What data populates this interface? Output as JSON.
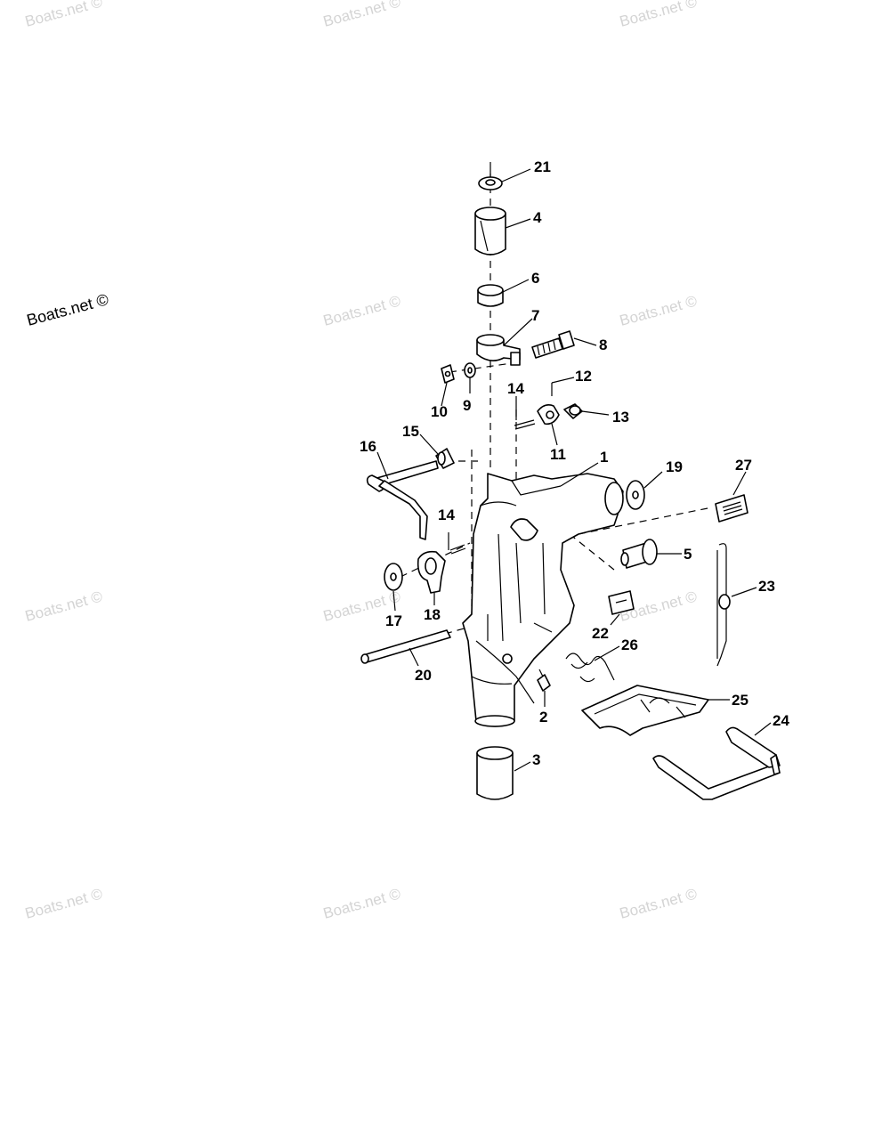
{
  "watermarks": {
    "text": "Boats.net ©",
    "prominent": "Boats.net ©"
  },
  "callouts": {
    "c1": "1",
    "c2": "2",
    "c3": "3",
    "c4": "4",
    "c5": "5",
    "c6": "6",
    "c7": "7",
    "c8": "8",
    "c9": "9",
    "c10": "10",
    "c11": "11",
    "c12": "12",
    "c13": "13",
    "c14a": "14",
    "c14b": "14",
    "c15": "15",
    "c16": "16",
    "c17": "17",
    "c18": "18",
    "c19": "19",
    "c20": "20",
    "c21": "21",
    "c22": "22",
    "c23": "23",
    "c24": "24",
    "c25": "25",
    "c26": "26",
    "c27": "27"
  },
  "colors": {
    "ink": "#000000",
    "watermark": "#d4d4d4",
    "background": "#ffffff"
  }
}
